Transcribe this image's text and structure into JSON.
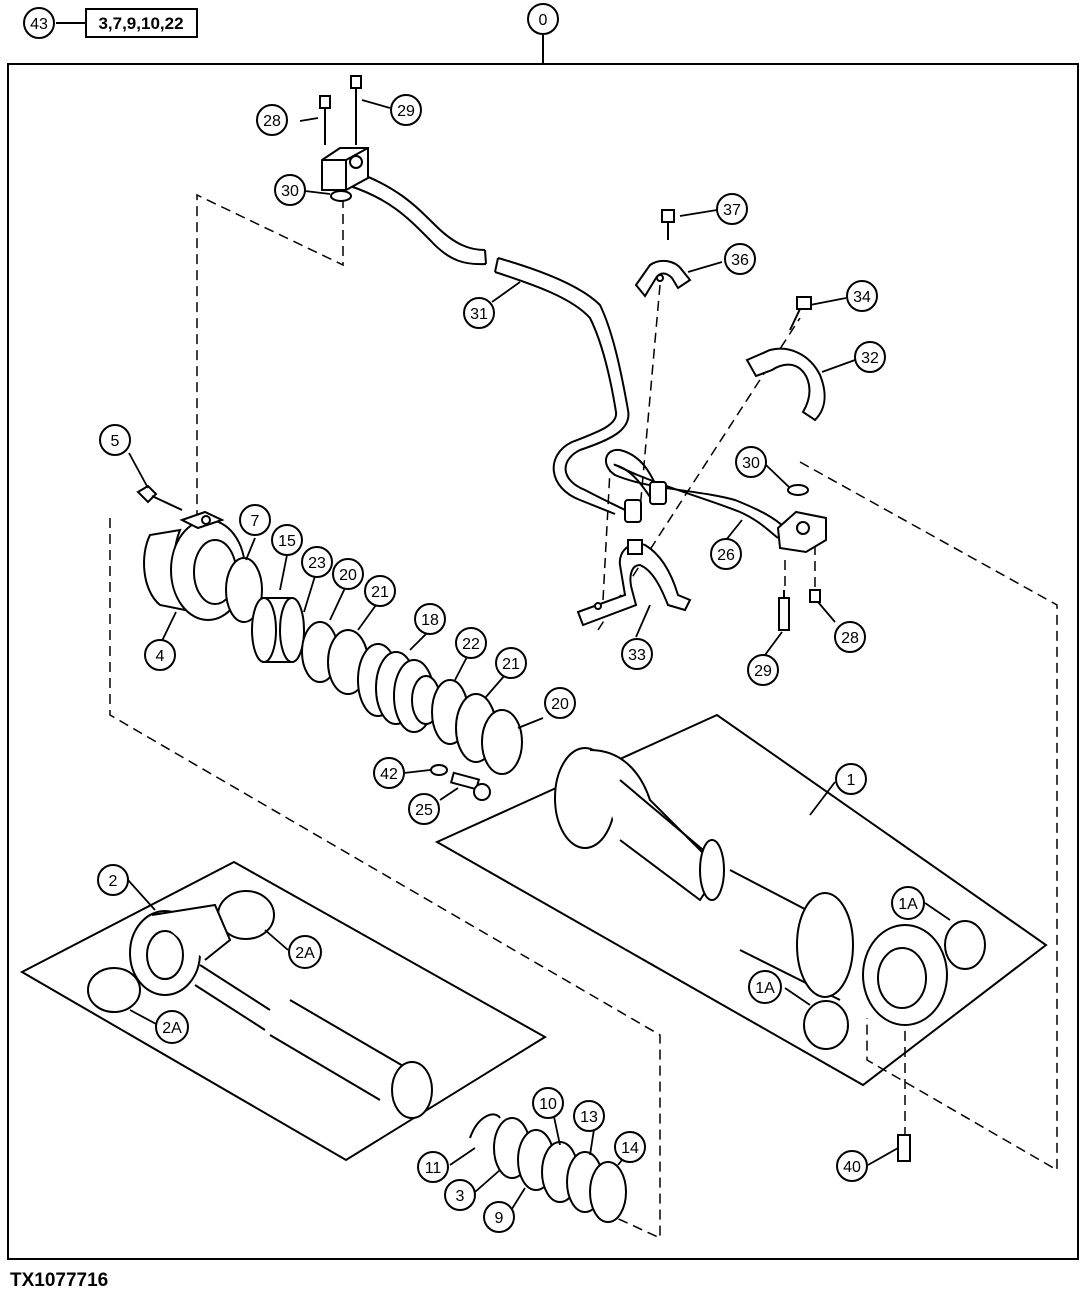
{
  "figure_id": "TX1077716",
  "kit": {
    "callout": "43",
    "contents": "3,7,9,10,22"
  },
  "assembly_callout": "0",
  "callouts": {
    "c1": "1",
    "c1A_upper": "1A",
    "c1A_lower": "1A",
    "c2": "2",
    "c2A_upper": "2A",
    "c2A_lower": "2A",
    "c3": "3",
    "c4": "4",
    "c5": "5",
    "c7": "7",
    "c9": "9",
    "c10": "10",
    "c11": "11",
    "c13": "13",
    "c14": "14",
    "c15": "15",
    "c18": "18",
    "c20_upper": "20",
    "c20_lower": "20",
    "c21_upper": "21",
    "c21_lower": "21",
    "c22": "22",
    "c23": "23",
    "c25": "25",
    "c26": "26",
    "c28_top": "28",
    "c28_right": "28",
    "c29_top": "29",
    "c29_right": "29",
    "c30_left": "30",
    "c30_right": "30",
    "c31": "31",
    "c32": "32",
    "c33": "33",
    "c34": "34",
    "c36": "36",
    "c37": "37",
    "c40": "40",
    "c42": "42"
  }
}
